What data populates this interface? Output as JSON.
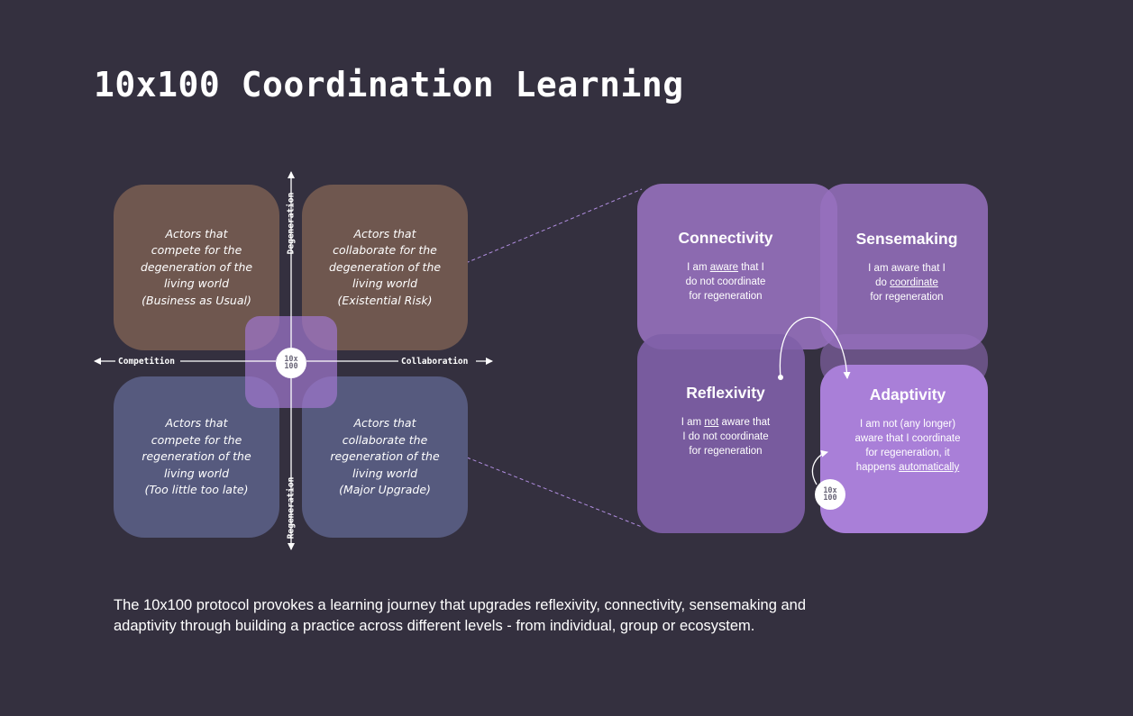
{
  "title": "10x100 Coordination Learning",
  "quadrants": {
    "compete_degeneration": {
      "lines": [
        "Actors that",
        "compete for the",
        "degeneration of the",
        "living world",
        "(Business as Usual)"
      ]
    },
    "collaborate_degeneration": {
      "lines": [
        "Actors that",
        "collaborate for the",
        "degeneration of the",
        "living world",
        "(Existential Risk)"
      ]
    },
    "compete_regeneration": {
      "lines": [
        "Actors that",
        "compete for the",
        "regeneration of the",
        "living world",
        "(Too little too late)"
      ]
    },
    "collaborate_regeneration": {
      "lines": [
        "Actors that",
        "collaborate the",
        "regeneration of the",
        "living world",
        "(Major Upgrade)"
      ]
    }
  },
  "axes": {
    "left": "Competition",
    "right": "Collaboration",
    "top": "Degeneration",
    "bottom": "Regeneration"
  },
  "badge": {
    "line1": "10x",
    "line2": "100"
  },
  "stages": {
    "connectivity": {
      "title": "Connectivity",
      "body": [
        [
          "I am ",
          "aware",
          " that I"
        ],
        [
          "do not coordinate"
        ],
        [
          "for regeneration"
        ]
      ]
    },
    "sensemaking": {
      "title": "Sensemaking",
      "body": [
        [
          "I am aware that I"
        ],
        [
          "do ",
          "coordinate"
        ],
        [
          "for regeneration"
        ]
      ]
    },
    "reflexivity": {
      "title": "Reflexivity",
      "body": [
        [
          "I am ",
          "not",
          " aware that"
        ],
        [
          "I do not coordinate"
        ],
        [
          "for regeneration"
        ]
      ]
    },
    "adaptivity": {
      "title": "Adaptivity",
      "body": [
        [
          "I am not (any longer)"
        ],
        [
          "aware that I coordinate"
        ],
        [
          "for regeneration, it"
        ],
        [
          "happens ",
          "automatically"
        ]
      ]
    }
  },
  "caption": {
    "line1": "The 10x100 protocol provokes  a learning journey that upgrades reflexivity, connectivity, sensemaking and",
    "line2": "adaptivity through building a practice across different levels - from individual, group or ecosystem."
  },
  "colors": {
    "background": "#34303f",
    "degeneration_quadrant": "#6f574f",
    "regeneration_quadrant": "#565a7e",
    "overlay": "#9e76cc",
    "adaptivity": "#a97fd8"
  }
}
